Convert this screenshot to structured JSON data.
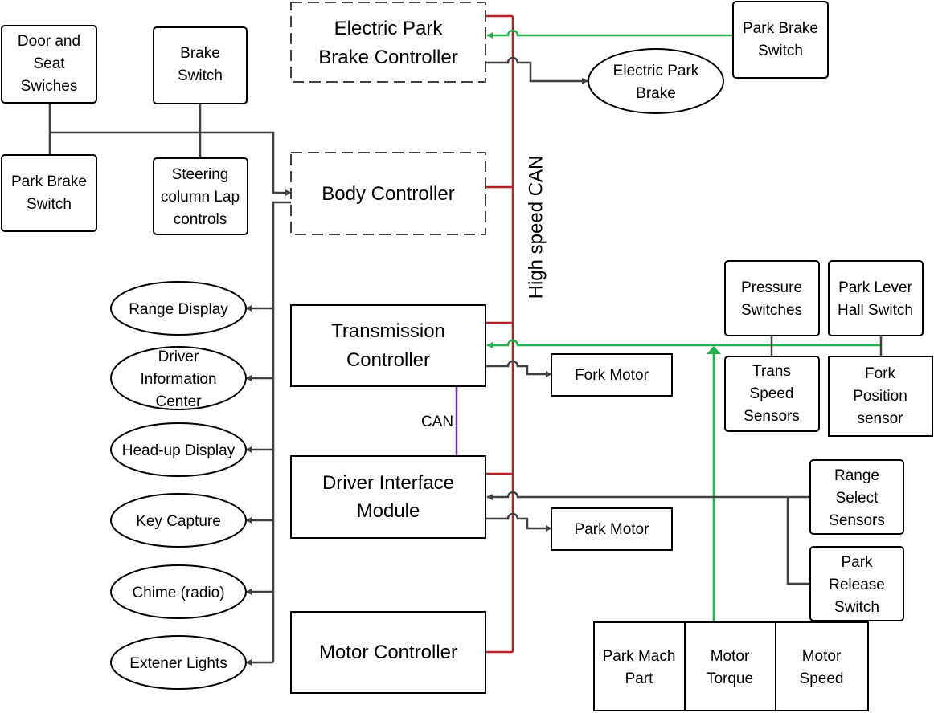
{
  "colors": {
    "high_speed_can": "#b22222",
    "green_signal": "#22b14c",
    "local_can": "#7030a0",
    "wire": "#404040"
  },
  "controllers": {
    "epb": [
      "Electric Park",
      "Brake Controller"
    ],
    "body": [
      "Body Controller"
    ],
    "trans": [
      "Transmission",
      "Controller"
    ],
    "dim": [
      "Driver Interface",
      "Module"
    ],
    "motor": [
      "Motor Controller"
    ]
  },
  "inputs": {
    "door_seat": [
      "Door and",
      "Seat",
      "Swiches"
    ],
    "brake_switch": [
      "Brake",
      "Switch"
    ],
    "park_brake_switch_left": [
      "Park Brake",
      "Switch"
    ],
    "steering": [
      "Steering",
      "column Lap",
      "controls"
    ],
    "park_brake_switch_top": [
      "Park Brake",
      "Switch"
    ],
    "pressure": [
      "Pressure",
      "Switches"
    ],
    "park_lever": [
      "Park Lever",
      "Hall Switch"
    ],
    "trans_speed": [
      "Trans",
      "Speed",
      "Sensors"
    ],
    "fork_position": [
      "Fork",
      "Position",
      "sensor"
    ],
    "range_select": [
      "Range",
      "Select",
      "Sensors"
    ],
    "park_release": [
      "Park",
      "Release",
      "Switch"
    ],
    "park_mach": [
      "Park Mach",
      "Part"
    ],
    "motor_torque": [
      "Motor",
      "Torque"
    ],
    "motor_speed": [
      "Motor",
      "Speed"
    ]
  },
  "outputs": {
    "electric_park_brake": [
      "Electric Park",
      "Brake"
    ],
    "fork_motor": [
      "Fork Motor"
    ],
    "park_motor": [
      "Park Motor"
    ],
    "range_display": [
      "Range Display"
    ],
    "dic": [
      "Driver",
      "Information",
      "Center"
    ],
    "hud": [
      "Head-up Display"
    ],
    "key_capture": [
      "Key Capture"
    ],
    "chime": [
      "Chime (radio)"
    ],
    "exterior_lights": [
      "Extener Lights"
    ]
  },
  "bus_labels": {
    "high_speed_can": "High speed CAN",
    "local_can": "CAN"
  }
}
